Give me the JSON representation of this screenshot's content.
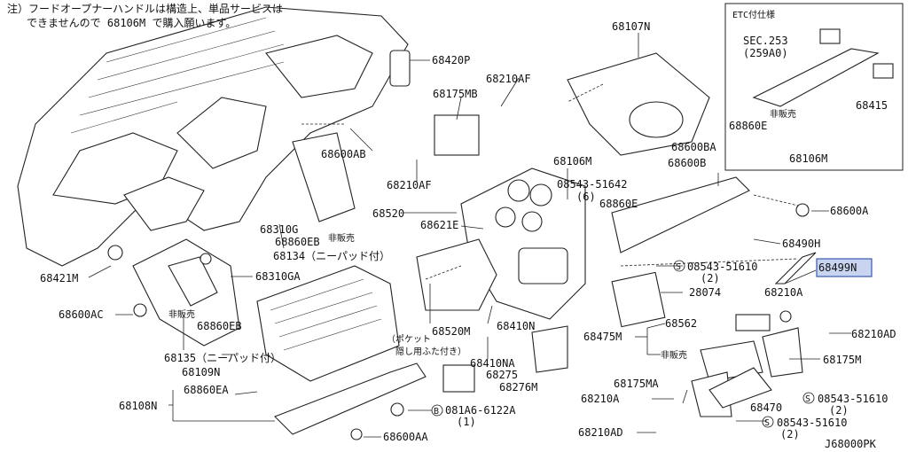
{
  "note": {
    "line1": "注）フードオープナーハンドルは構造上、単品サービスは",
    "line2": "できませんので 68106M で購入願います。"
  },
  "diagram_code": "J68000PK",
  "inset": {
    "title": "ETC付仕様",
    "sec": "SEC.253",
    "sec_sub": "(259A0)",
    "p1": "68860E",
    "p2": "68415",
    "p3": "68106M",
    "not_for_sale": "非販売"
  },
  "callouts": {
    "c68420P": "68420P",
    "c68210AF_1": "68210AF",
    "c68175MB": "68175MB",
    "c68107N": "68107N",
    "c68600AB": "68600AB",
    "c68210AF_2": "68210AF",
    "c68106M": "68106M",
    "c68600BA": "68600BA",
    "c68600B": "68600B",
    "c08543_51642": "08543-51642",
    "c08543_51642_q": "(6)",
    "c68860E": "68860E",
    "c68520": "68520",
    "c68621E": "68621E",
    "c68600A": "68600A",
    "c68310G": "68310G",
    "c68860EB_1": "68860EB",
    "c68860EB_1_ns": "非販売",
    "c68134": "68134（ニーパッド付）",
    "c68490H": "68490H",
    "c68421M": "68421M",
    "c68310GA": "68310GA",
    "c08543_51610_1": "08543-51610",
    "c08543_51610_1_q": "(2)",
    "c68499N": "68499N",
    "c68600AC": "68600AC",
    "c28074": "28074",
    "c68520M": "68520M",
    "c68210A_1": "68210A",
    "c68860EB_2_ns": "非販売",
    "c68860EB_2": "68860EB",
    "c68410N": "68410N",
    "c68562": "68562",
    "c68475M": "68475M",
    "c68210AD_1": "68210AD",
    "c68135": "68135（ニーパッド付）",
    "c_pocket_1": "（ポケット",
    "c_pocket_2": "隠し用ふた付き）",
    "c68410NA": "68410NA",
    "c68475M_ns": "非販売",
    "c68175M": "68175M",
    "c68109N": "68109N",
    "c68275": "68275",
    "c68276M": "68276M",
    "c68860EA": "68860EA",
    "c68175MA": "68175MA",
    "c08543_51610_2": "08543-51610",
    "c08543_51610_2_q": "(2)",
    "c68108N": "68108N",
    "c68210A_2": "68210A",
    "c68470": "68470",
    "c081A6": "081A6-6122A",
    "c081A6_q": "(1)",
    "c68600AA": "68600AA",
    "c68210AD_2": "68210AD",
    "c08543_51610_3": "08543-51610",
    "c08543_51610_3_q": "(2)"
  },
  "highlight_color": "#c8d4f0"
}
